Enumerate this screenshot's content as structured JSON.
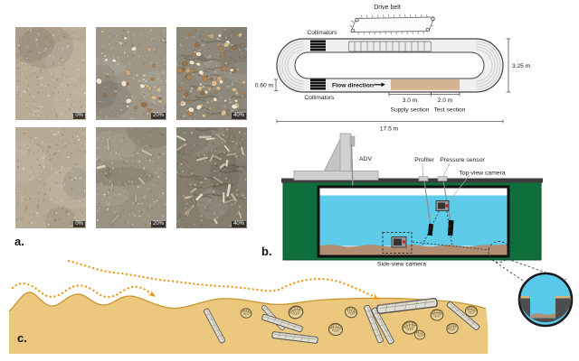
{
  "figure": {
    "panel_a_label": "a.",
    "panel_b_label": "b.",
    "panel_c_label": "c."
  },
  "panel_a": {
    "photos": [
      {
        "caption": "0%",
        "shell_type": "none",
        "base": "#b7ac96",
        "shell_count": 0,
        "rippled": false
      },
      {
        "caption": "20%",
        "shell_type": "cockle",
        "base": "#9e9788",
        "shell_count": 28,
        "rippled": false
      },
      {
        "caption": "40%",
        "shell_type": "cockle",
        "base": "#8e887a",
        "shell_count": 70,
        "rippled": true
      },
      {
        "caption": "0%",
        "shell_type": "none",
        "base": "#b5aa94",
        "shell_count": 0,
        "rippled": false
      },
      {
        "caption": "20%",
        "shell_type": "razor",
        "base": "#9a9383",
        "shell_count": 8,
        "rippled": false
      },
      {
        "caption": "40%",
        "shell_type": "razor",
        "base": "#857e6f",
        "shell_count": 34,
        "rippled": true
      }
    ],
    "grain_colors": [
      "rgba(255,255,255,0.45)",
      "rgba(0,0,0,0.14)",
      "rgba(125,95,60,0.35)",
      "rgba(230,220,200,0.40)"
    ],
    "cockle_colors": [
      "#f0e6d0",
      "#d8bb90",
      "#b08455",
      "#c7a87c",
      "#efe9da",
      "#96714d"
    ],
    "razor_colors": [
      "#c9bfa9",
      "#a89e8b",
      "#ded6c2",
      "#8d8472",
      "#b5ab96"
    ]
  },
  "panel_b": {
    "top_view": {
      "drive_belt": "Drive belt",
      "collimators_top": "Collimators",
      "collimators_bottom": "Collimators",
      "flow_direction": "Flow direction",
      "channel_width": "0.60 m",
      "track_width": "3.25 m",
      "track_length": "17.5 m",
      "supply_length": "3.0 m",
      "test_length": "2.0 m",
      "supply_section": "Supply section",
      "test_section": "Test section"
    },
    "side_view": {
      "adv": "ADV",
      "profiler": "Profiler",
      "pressure_sensor": "Pressure sensor",
      "top_view_camera": "Top-view camera",
      "side_view_camera": "Side-view camera"
    }
  },
  "colors": {
    "flume_green": "#0e6f3c",
    "water_cyan": "#5ecbe8",
    "sediment_brown": "#b18e71",
    "sand_yellow": "#ecc87f",
    "section_tan": "#d2b491",
    "arrow_orange": "#ea9a15"
  }
}
